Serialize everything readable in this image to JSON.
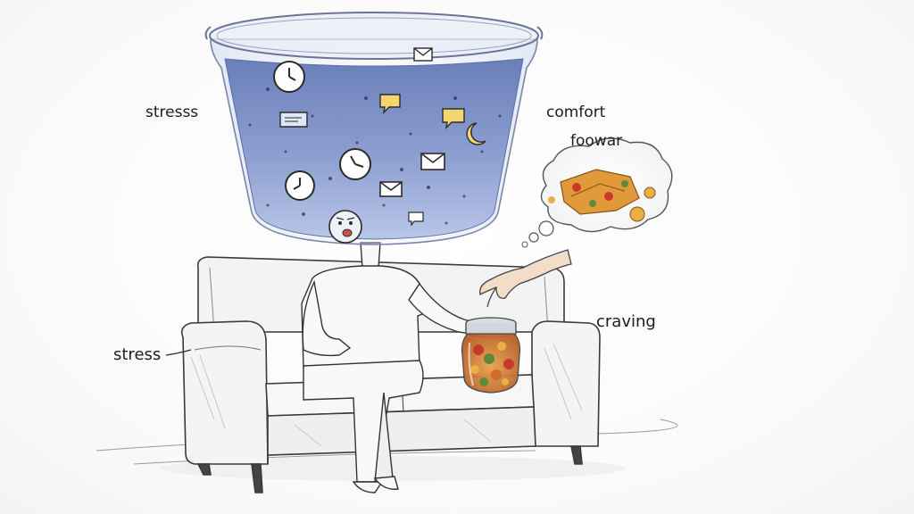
{
  "annotations": {
    "stress_top": "stresss",
    "comfort": "comfort",
    "food": "foowar",
    "craving": "craving",
    "stress_side": "stress"
  },
  "icons": [
    "clock-icon",
    "envelope-icon",
    "speech-bubble-icon",
    "crescent-moon-icon",
    "stressed-face-icon"
  ],
  "colors": {
    "water": "#8c9fd0",
    "water_deep": "#5a6fa8",
    "bucket_glass": "#c8d3ec",
    "ink": "#2b2b2b",
    "sofa": "#f4f4f4",
    "food_orange": "#e09a3a",
    "food_red": "#c8392b",
    "food_green": "#5c8a3a",
    "jar_glass": "#c9d6de"
  }
}
